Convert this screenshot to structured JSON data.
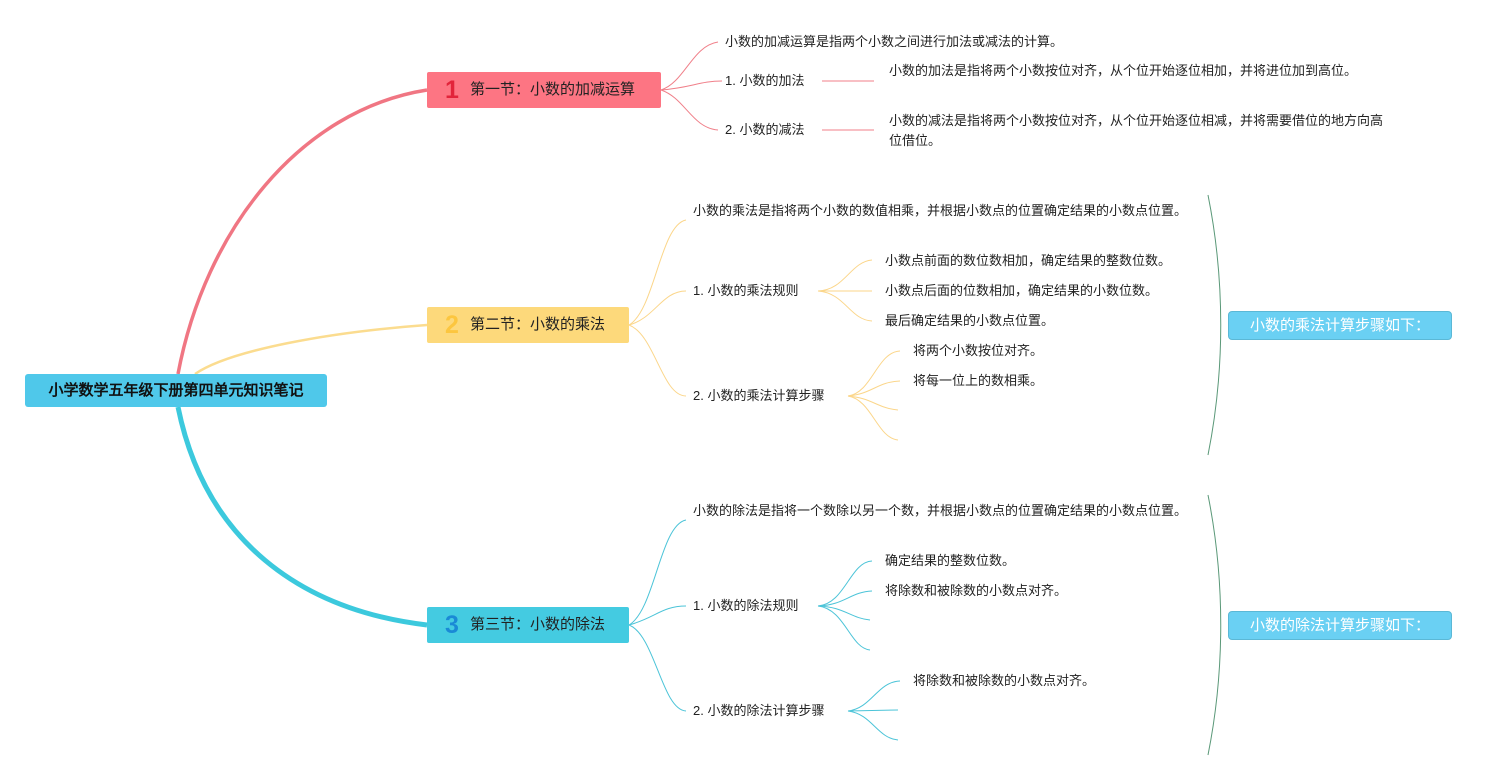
{
  "root": {
    "title": "小学数学五年级下册第四单元知识笔记"
  },
  "sections": [
    {
      "num": "1",
      "title": "第一节：小数的加减运算",
      "color": "#fd7583",
      "intro": "小数的加减运算是指两个小数之间进行加法或减法的计算。",
      "items": [
        {
          "label": "1. 小数的加法",
          "desc": "小数的加法是指将两个小数按位对齐，从个位开始逐位相加，并将进位加到高位。"
        },
        {
          "label": "2. 小数的减法",
          "desc": "小数的减法是指将两个小数按位对齐，从个位开始逐位相减，并将需要借位的地方向高位借位。"
        }
      ]
    },
    {
      "num": "2",
      "title": "第二节：小数的乘法",
      "color": "#fdd97b",
      "intro": "小数的乘法是指将两个小数的数值相乘，并根据小数点的位置确定结果的小数点位置。",
      "rule_label": "1. 小数的乘法规则",
      "rules": [
        "小数点前面的数位数相加，确定结果的整数位数。",
        "小数点后面的位数相加，确定结果的小数位数。",
        "最后确定结果的小数点位置。"
      ],
      "steps_label": "2. 小数的乘法计算步骤",
      "steps": [
        "将两个小数按位对齐。",
        "将每一位上的数相乘。"
      ],
      "summary": "小数的乘法计算步骤如下："
    },
    {
      "num": "3",
      "title": "第三节：小数的除法",
      "color": "#44cbe1",
      "intro": "小数的除法是指将一个数除以另一个数，并根据小数点的位置确定结果的小数点位置。",
      "rule_label": "1. 小数的除法规则",
      "rules": [
        "确定结果的整数位数。",
        "将除数和被除数的小数点对齐。"
      ],
      "steps_label": "2. 小数的除法计算步骤",
      "steps": [
        "将除数和被除数的小数点对齐。"
      ],
      "summary": "小数的除法计算步骤如下："
    }
  ]
}
